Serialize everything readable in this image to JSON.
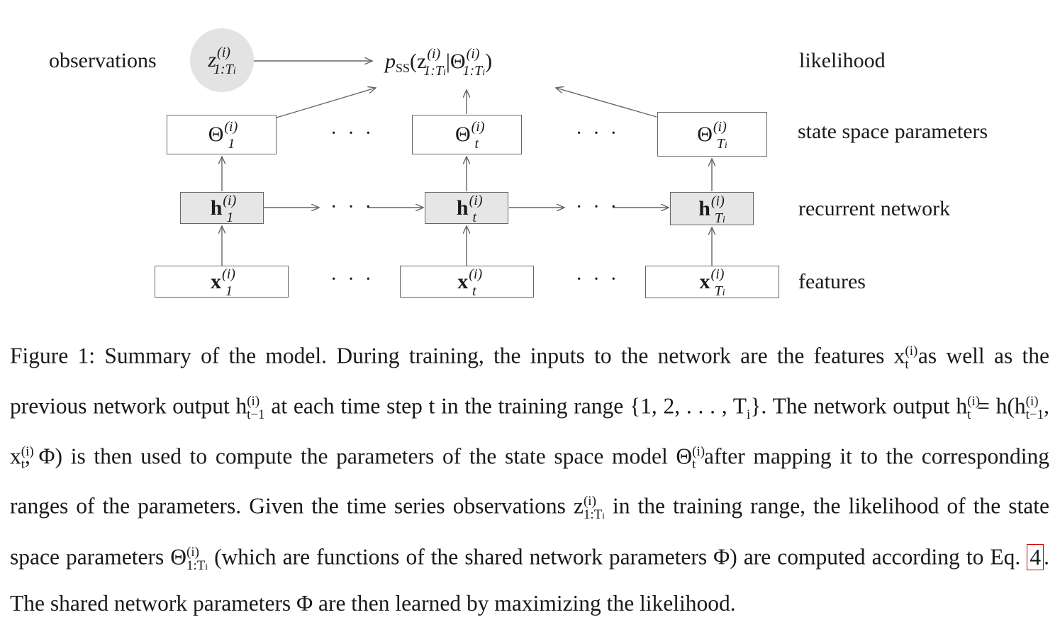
{
  "labels": {
    "observations": "observations",
    "likelihood": "likelihood",
    "state_space_parameters": "state space parameters",
    "recurrent_network": "recurrent network",
    "features": "features"
  },
  "nodes": {
    "observation_symbol": "z",
    "observation_sup": "(i)",
    "observation_sub": "1:T",
    "observation_sub_i": "i",
    "likelihood_expr": "p",
    "likelihood_sub": "SS",
    "likelihood_rest": "(z",
    "likelihood_mid": "|Θ",
    "likelihood_close": ")",
    "theta": "Θ",
    "h": "h",
    "x": "x",
    "sup": "(i)",
    "sub_1": "1",
    "sub_t": "t",
    "sub_T": "T",
    "sub_Ti_i": "i",
    "dots": "· · ·"
  },
  "caption": {
    "p1": "Figure 1:  Summary of the model. During training, the inputs to the network are the features x",
    "p1b": " as well as the previous network output h",
    "p1c": " at each time step t in the training range {1, 2, . . . , T",
    "p1d": "}. The network output h",
    "p1e": " = h(h",
    "p1f": ", x",
    "p1g": ", Φ) is then used to compute the parameters of the state space model Θ",
    "p1h": " after mapping it to the corresponding ranges of the parameters. Given the time series observations z",
    "p1i": " in the training range, the likelihood of the state space parameters Θ",
    "p1j": " (which are functions of the shared network parameters Φ) are computed according to Eq. ",
    "ref": "4",
    "p1k": ". The shared network parameters Φ are then learned by maximizing the likelihood.",
    "sup_i": "(i)",
    "sub_t": "t",
    "sub_t1": "t−1",
    "sub_1Ti": "1:T",
    "sub_i": "i"
  }
}
